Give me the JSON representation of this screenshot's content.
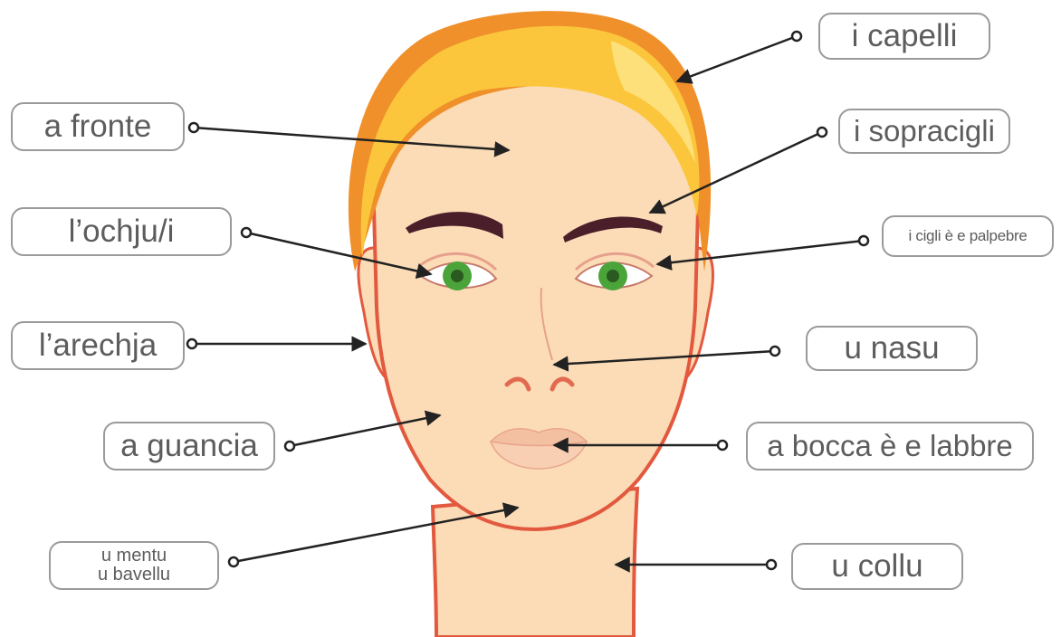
{
  "labels": {
    "capelli": "i capelli",
    "fronte": "a fronte",
    "sopracigli": "i sopracigli",
    "ochju": "l’ochju/i",
    "cigli": "i cigli è e palpebre",
    "arechja": "l’arechja",
    "nasu": "u nasu",
    "guancia": "a guancia",
    "bocca": "a bocca è e labbre",
    "mentu_line1": "u mentu",
    "mentu_line2": "u bavellu",
    "collu": "u collu"
  },
  "colors": {
    "skin": "#fbdcb6",
    "skin_outline": "#e2593f",
    "hair_light": "#fbc63c",
    "hair_dark": "#f0902a",
    "brow": "#4a1f2a",
    "iris": "#4aa43a",
    "box_border": "#9a9a9a",
    "text": "#5d5d5d",
    "leader": "#222222"
  }
}
